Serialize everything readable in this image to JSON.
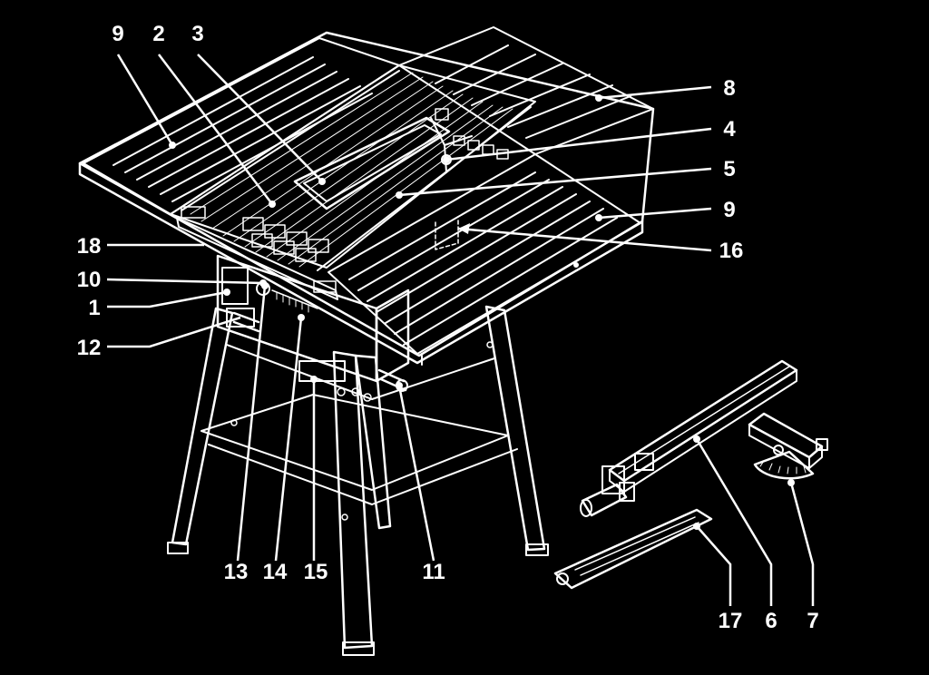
{
  "colors": {
    "background": "#000000",
    "ink": "#ffffff"
  },
  "callouts": [
    {
      "id": "c9a",
      "text": "9"
    },
    {
      "id": "c2",
      "text": "2"
    },
    {
      "id": "c3",
      "text": "3"
    },
    {
      "id": "c8",
      "text": "8"
    },
    {
      "id": "c4",
      "text": "4"
    },
    {
      "id": "c5",
      "text": "5"
    },
    {
      "id": "c9b",
      "text": "9"
    },
    {
      "id": "c16",
      "text": "16"
    },
    {
      "id": "c18",
      "text": "18"
    },
    {
      "id": "c10",
      "text": "10"
    },
    {
      "id": "c1",
      "text": "1"
    },
    {
      "id": "c12",
      "text": "12"
    },
    {
      "id": "c13",
      "text": "13"
    },
    {
      "id": "c14",
      "text": "14"
    },
    {
      "id": "c15",
      "text": "15"
    },
    {
      "id": "c11",
      "text": "11"
    },
    {
      "id": "c17",
      "text": "17"
    },
    {
      "id": "c6",
      "text": "6"
    },
    {
      "id": "c7",
      "text": "7"
    }
  ]
}
